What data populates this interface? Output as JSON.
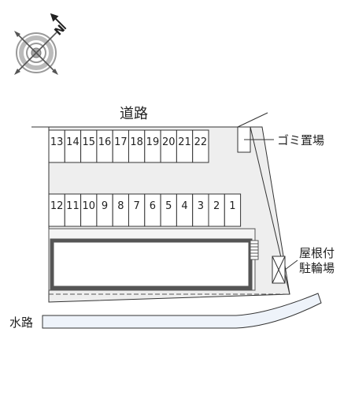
{
  "labels": {
    "road": "道路",
    "garbage": "ゴミ置場",
    "bike_parking_line1": "屋根付",
    "bike_parking_line2": "駐輪場",
    "waterway": "水路",
    "north": "N"
  },
  "parking": {
    "top_row": [
      "13",
      "14",
      "15",
      "16",
      "17",
      "18",
      "19",
      "20",
      "21",
      "22"
    ],
    "bottom_row": [
      "12",
      "11",
      "10",
      "9",
      "8",
      "7",
      "6",
      "5",
      "4",
      "3",
      "2",
      "1"
    ]
  },
  "colors": {
    "lot_fill": "#eeeeee",
    "building_border": "#555555",
    "water_fill": "#eef3fa",
    "line": "#333333"
  }
}
